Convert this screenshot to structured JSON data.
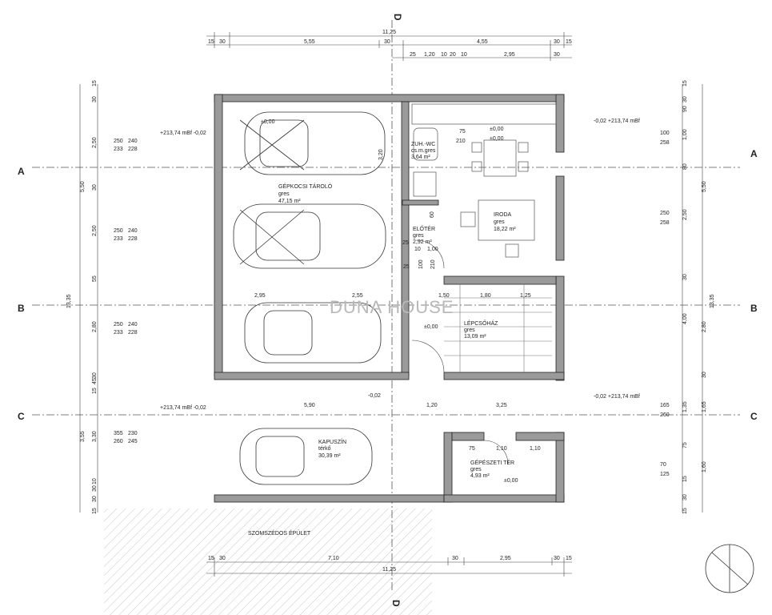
{
  "section_markers": {
    "a": "A",
    "b": "B",
    "c": "C",
    "d": "D"
  },
  "watermark": "DUNA HOUSE",
  "total_width": "11,25",
  "total_depth": "13,35",
  "top_dims_row1": [
    "15",
    "30",
    "5,55",
    "30",
    "4,55",
    "30",
    "15"
  ],
  "top_dims_row2": [
    "25",
    "1,20",
    "10",
    "20",
    "10",
    "2,95",
    "30"
  ],
  "bottom_dims": [
    "15",
    "30",
    "7,10",
    "30",
    "2,95",
    "30",
    "15"
  ],
  "left_dims": [
    "15",
    "30",
    "2,50",
    "30",
    "2,50",
    "55",
    "2,80",
    "30",
    "15",
    "45",
    "3,30",
    "30",
    "10",
    "30",
    "15"
  ],
  "left_big": [
    "5,50",
    "3,55"
  ],
  "right_dims": [
    "15",
    "30",
    "90",
    "1,00",
    "80",
    "2,50",
    "30",
    "4,00",
    "2,80",
    "30",
    "1,35",
    "1,65",
    "75",
    "1,60",
    "15",
    "30",
    "15"
  ],
  "right_big": [
    "5,50"
  ],
  "rooms": [
    {
      "name": "GÉPKOCSI TÁROLÓ",
      "floor": "gres",
      "area": "47,15 m²"
    },
    {
      "name": "ZUH.-WC",
      "floor": "cs.m.gres",
      "area": "3,64 m²"
    },
    {
      "name": "IRODA",
      "floor": "gres",
      "area": "18,22 m²"
    },
    {
      "name": "ELŐTÉR",
      "floor": "gres",
      "area": "2,92 m²"
    },
    {
      "name": "LÉPCSŐHÁZ",
      "floor": "gres",
      "area": "13,09 m²"
    },
    {
      "name": "KAPUSZÍN",
      "floor": "térkő",
      "area": "30,39 m²"
    },
    {
      "name": "GÉPÉSZETI TÉR",
      "floor": "gres",
      "area": "4,93 m²"
    }
  ],
  "neighbor_label": "SZOMSZÉDOS ÉPÜLET",
  "levels": {
    "garage": "±0,00",
    "bath": "±0,00",
    "office": "±0,00",
    "stair": "±0,00",
    "tech": "±0,00",
    "mbf_left_top": "+213,74 mBf -0,02",
    "mbf_left_bottom": "+213,74 mBf -0,02",
    "mbf_right_top": "-0,02 +213,74 mBf",
    "mbf_right_bottom": "-0,02 +213,74 mBf",
    "gate": "-0,02"
  },
  "openings_left": [
    {
      "h": "250",
      "s": "240",
      "b": "233",
      "c": "228"
    },
    {
      "h": "250",
      "s": "240",
      "b": "233",
      "c": "228"
    },
    {
      "h": "250",
      "s": "240",
      "b": "233",
      "c": "228"
    },
    {
      "h": "355",
      "s": "230",
      "b": "260",
      "c": "245"
    }
  ],
  "openings_right": [
    {
      "t": "100",
      "b": "258"
    },
    {
      "t": "250",
      "b": "258"
    },
    {
      "t": "165",
      "b": "260"
    },
    {
      "t": "70",
      "b": "125"
    }
  ],
  "interior_dims": {
    "garage_mid": [
      "2,95",
      "2,55",
      "3,20"
    ],
    "stair": [
      "1,50",
      "1,80",
      "1,25"
    ],
    "gate_row": [
      "5,90",
      "1,20",
      "3,25"
    ],
    "tech": [
      "75",
      "1,10",
      "1,10"
    ],
    "office_door": [
      "75",
      "210"
    ],
    "entry": [
      "10",
      "1,00",
      "100",
      "210",
      "60",
      "25",
      "25"
    ]
  }
}
